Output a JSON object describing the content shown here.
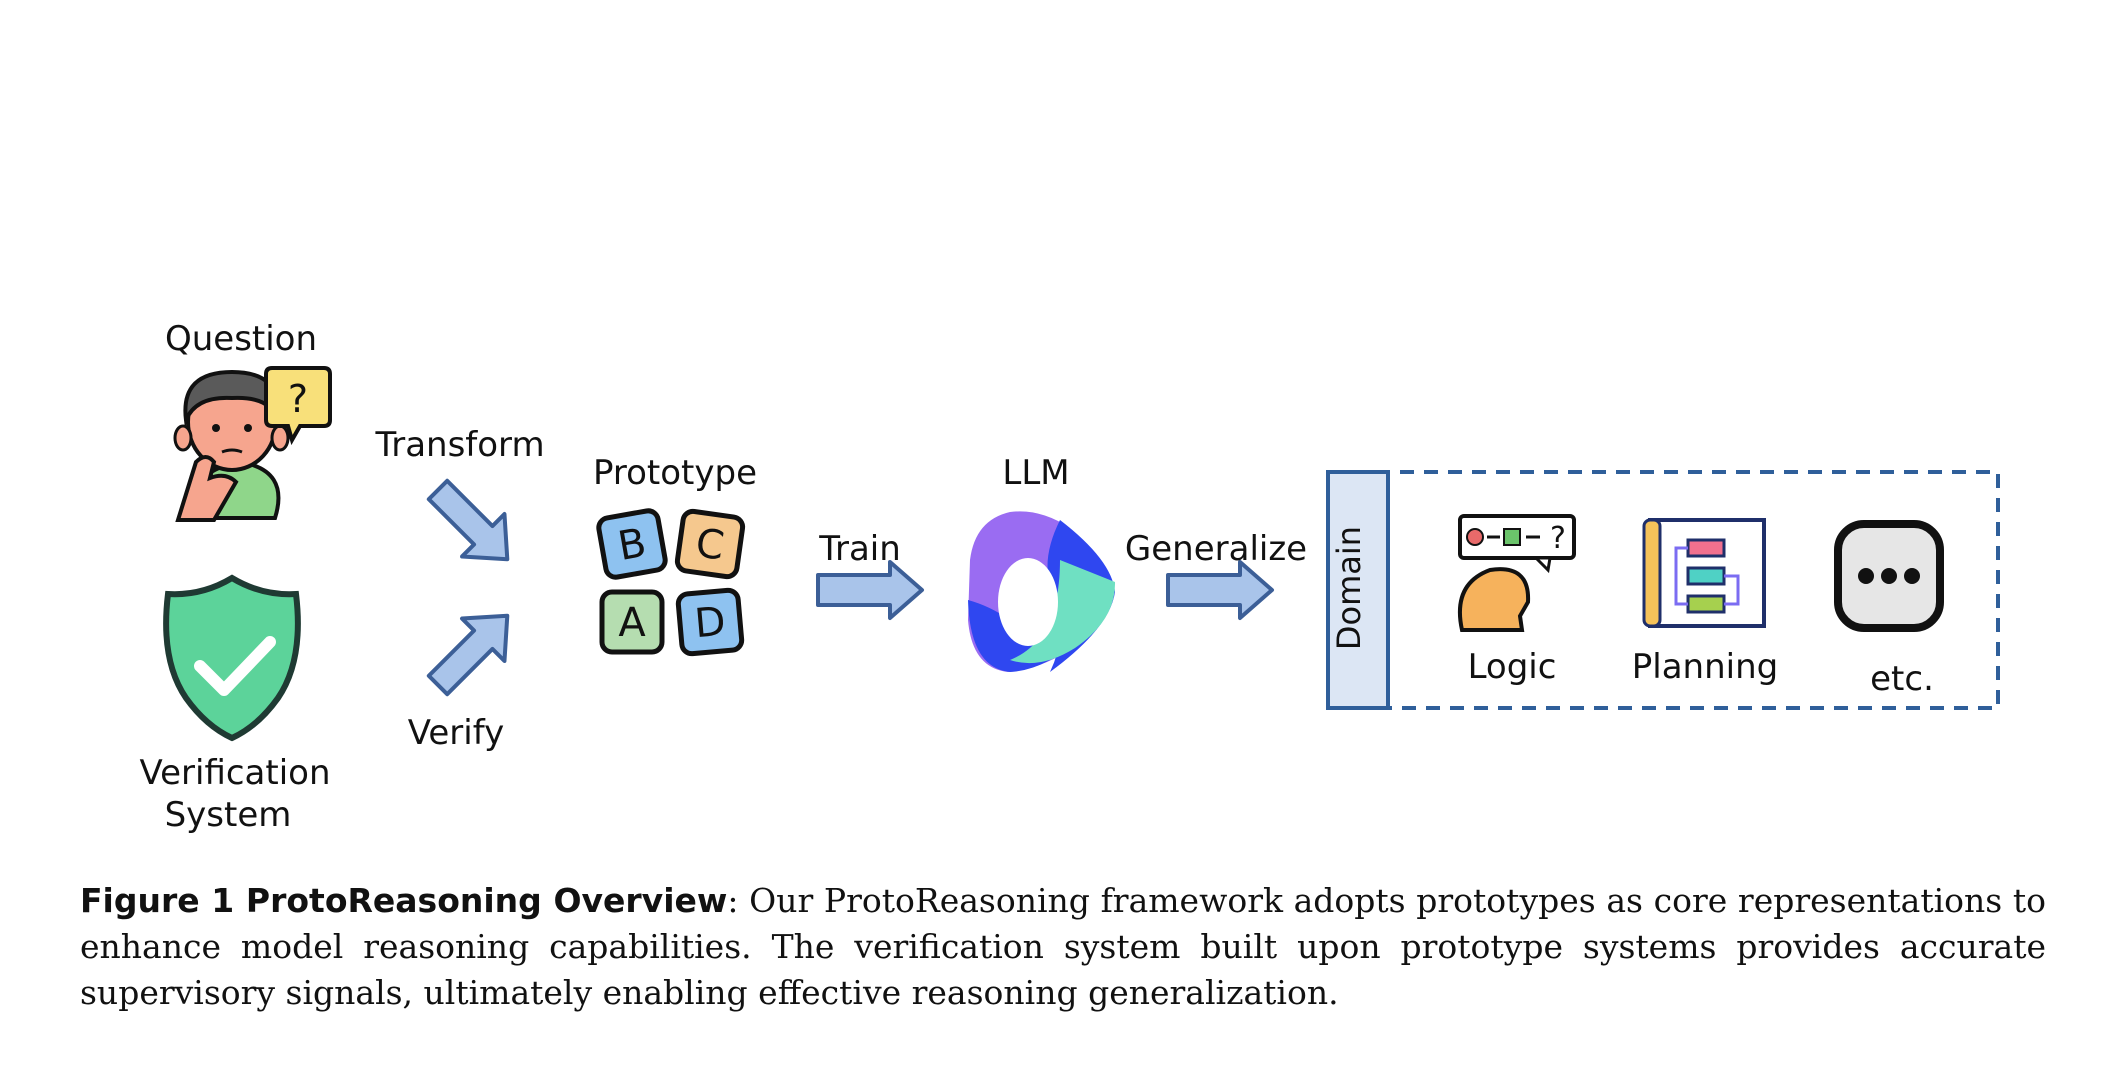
{
  "diagram": {
    "question_label": "Question",
    "verification_label_line1": "Verification",
    "verification_label_line2": "System",
    "transform_label": "Transform",
    "verify_label": "Verify",
    "prototype_label": "Prototype",
    "blocks": [
      "B",
      "C",
      "A",
      "D"
    ],
    "train_label": "Train",
    "llm_label": "LLM",
    "generalize_label": "Generalize",
    "domain_label": "Domain",
    "logic_label": "Logic",
    "planning_label": "Planning",
    "etc_label": "etc.",
    "question_mark": "?"
  },
  "colors": {
    "arrow_fill": "#a9c4ea",
    "arrow_stroke": "#3c5f97",
    "domain_border": "#2f5f9a",
    "domain_tab_fill": "#dce6f4",
    "shield": "#5cd39a",
    "block_blue": "#8ec2f0",
    "block_orange": "#f5c88e",
    "block_green": "#b5ddb0",
    "llm_purple": "#9a6cf2",
    "llm_blue": "#2f47f0",
    "llm_teal": "#6fe0c2"
  },
  "caption": {
    "figure_label": "Figure 1  ProtoReasoning Overview",
    "text": ": Our ProtoReasoning framework adopts prototypes as core representations to enhance model reasoning capabilities. The verification system built upon prototype systems provides accurate supervisory signals, ultimately enabling effective reasoning generalization."
  }
}
